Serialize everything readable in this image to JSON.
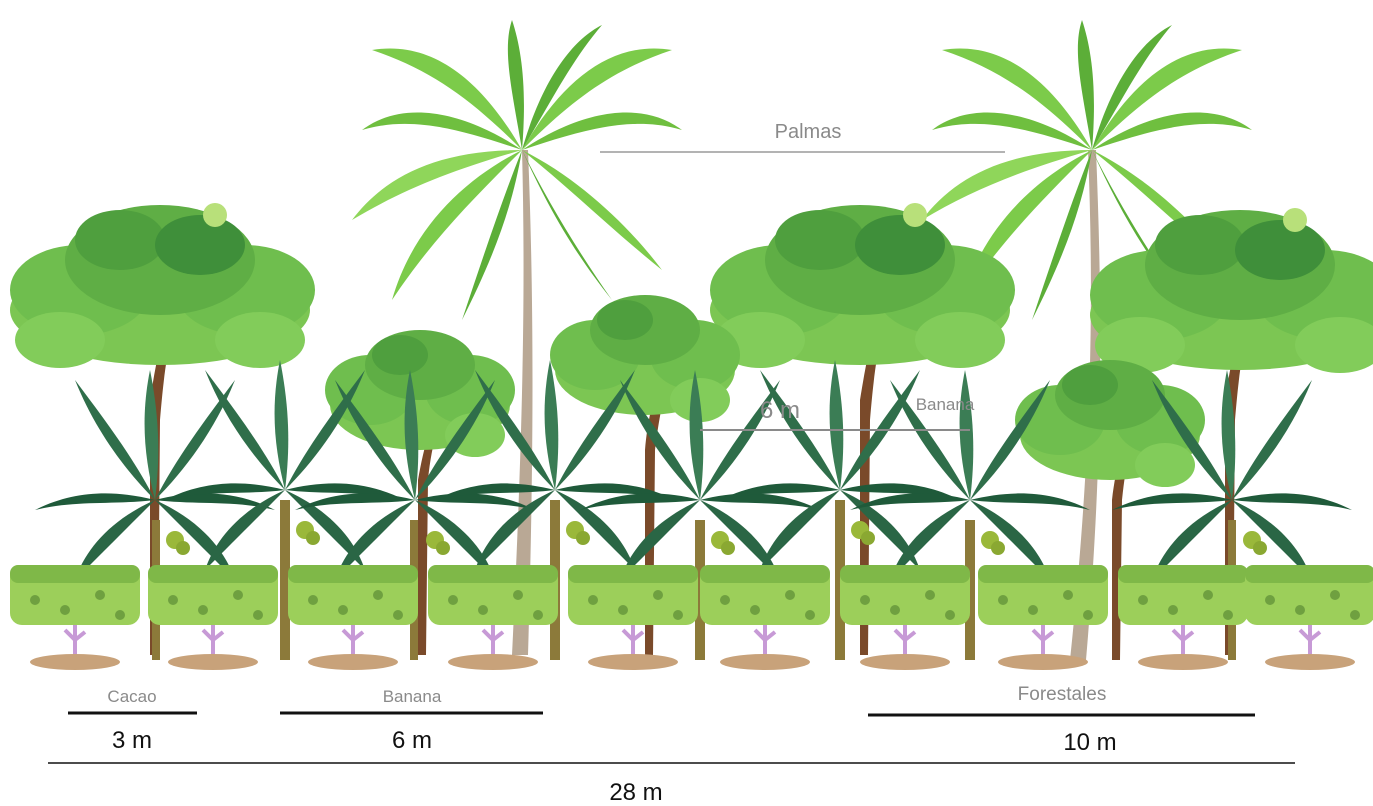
{
  "diagram": {
    "canopy_labels": {
      "palmas": "Palmas",
      "banana_height": "6 m",
      "banana": "Banana"
    },
    "spacing": {
      "cacao": {
        "label": "Cacao",
        "distance": "3 m"
      },
      "banana": {
        "label": "Banana",
        "distance": "6 m"
      },
      "forestales": {
        "label": "Forestales",
        "distance": "10 m"
      },
      "total": {
        "distance": "28 m"
      }
    },
    "colors": {
      "tree_light": "#7cc653",
      "tree_mid": "#5fae45",
      "tree_dark": "#3f8f3a",
      "trunk": "#7a4a2a",
      "palm_leaf": "#6fbf3f",
      "palm_trunk": "#b9a895",
      "banana_leaf": "#2f6e4a",
      "banana_trunk": "#8c7a3a",
      "cacao_leaf": "#9ccf5a",
      "cacao_flower": "#c79ad6",
      "ground": "#c8a27a"
    }
  }
}
